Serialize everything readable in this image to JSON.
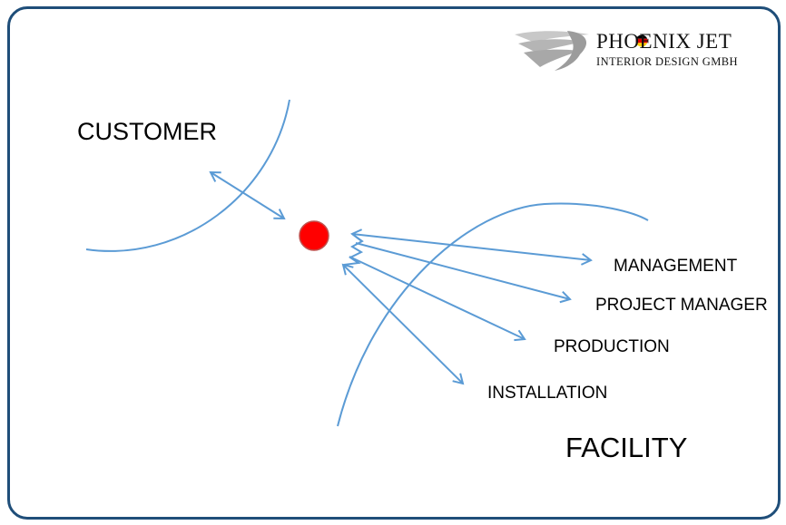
{
  "logo": {
    "name": "PHOENIX JET",
    "subtitle": "INTERIOR DESIGN GMBH"
  },
  "labels": {
    "customer": "CUSTOMER",
    "management": "MANAGEMENT",
    "project_manager": "PROJECT MANAGER",
    "production": "PRODUCTION",
    "installation": "INSTALLATION",
    "facility": "FACILITY"
  },
  "colors": {
    "frame_border": "#1f4e79",
    "line": "#5b9bd5",
    "center_dot": "#ff0000",
    "center_dot_stroke": "#c0504d"
  }
}
